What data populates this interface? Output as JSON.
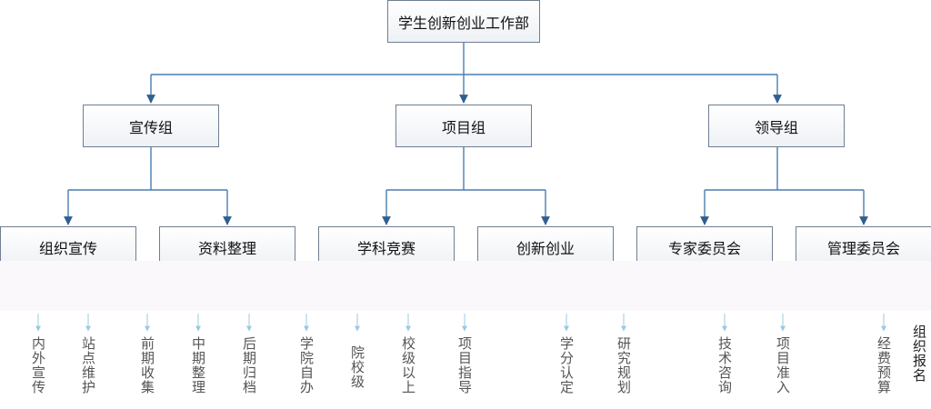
{
  "root": {
    "label": "学生创新创业工作部"
  },
  "groups": [
    {
      "label": "宣传组",
      "children": [
        "组织宣传",
        "资料整理"
      ]
    },
    {
      "label": "项目组",
      "children": [
        "学科竞赛",
        "创新创业"
      ]
    },
    {
      "label": "领导组",
      "children": [
        "专家委员会",
        "管理委员会"
      ]
    }
  ],
  "leaves": [
    "内外宣传",
    "站点维护",
    "前期收集",
    "中期整理",
    "后期归档",
    "学院自办",
    "院校级",
    "校级以上",
    "项目指导",
    "学分认定",
    "研究规划",
    "技术咨询",
    "项目准入",
    "经费预算",
    "组织报名"
  ],
  "colors": {
    "line": "#4a7db0",
    "arrow": "#2f5f8f",
    "box_border": "#6f7f92",
    "leaf_arrow": "#9cc9e0"
  }
}
